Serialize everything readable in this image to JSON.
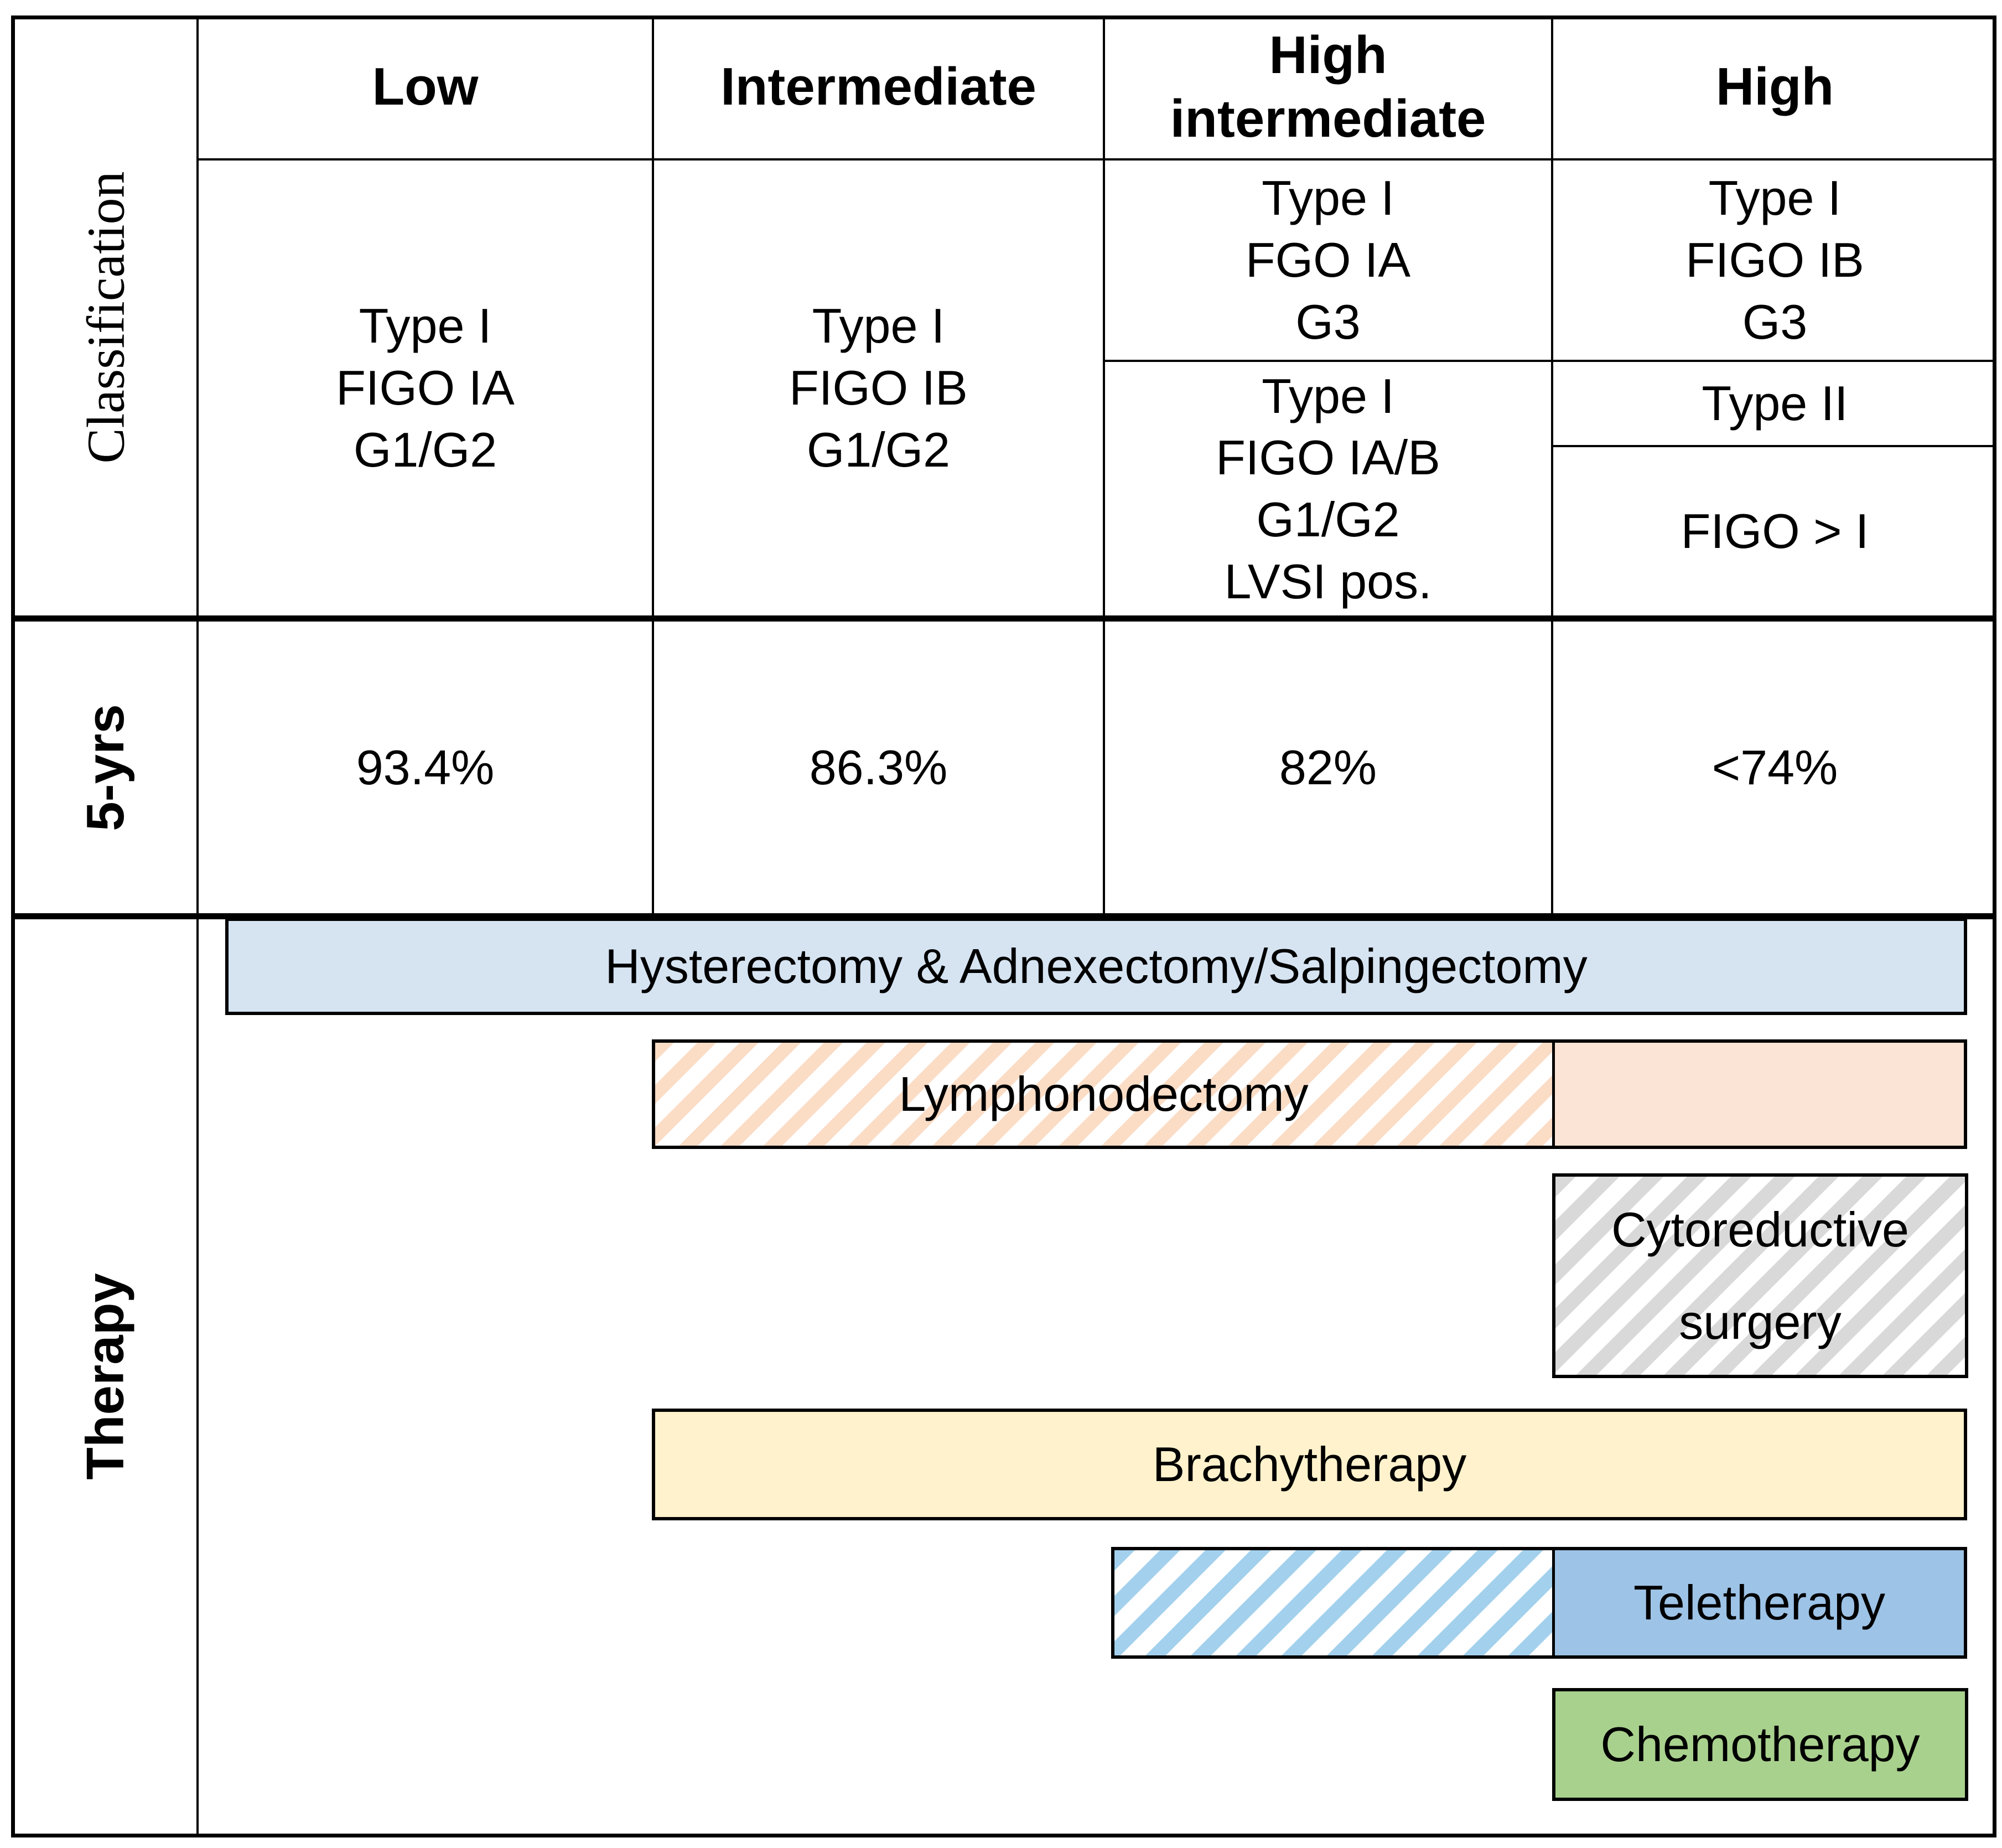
{
  "header": {
    "low": "Low",
    "intermediate": "Intermediate",
    "high_intermediate": "High\nintermediate",
    "high": "High"
  },
  "row_labels": {
    "classification": "Classification",
    "survival": "5-yrs",
    "therapy": "Therapy"
  },
  "classification": {
    "low": "Type I\nFIGO IA\nG1/G2",
    "intermediate": "Type I\nFIGO IB\nG1/G2",
    "high_intermediate_top": "Type I\nFGO IA\nG3",
    "high_intermediate_bottom": "Type I\nFIGO IA/B\nG1/G2\nLVSI pos.",
    "high_top": "Type I\nFIGO IB\nG3",
    "high_middle": "Type II",
    "high_bottom": "FIGO > I"
  },
  "survival_5yrs": {
    "low": "93.4%",
    "intermediate": "86.3%",
    "high_intermediate": "82%",
    "high": "<74%"
  },
  "therapy": {
    "hysterectomy": "Hysterectomy & Adnexectomy/Salpingectomy",
    "lymphonodectomy": "Lymphonodectomy",
    "cytoreductive": "Cytoreductive\nsurgery",
    "brachytherapy": "Brachytherapy",
    "teletherapy": "Teletherapy",
    "chemotherapy": "Chemotherapy"
  },
  "colors": {
    "hysterectomy_fill": "#d6e4f2",
    "lymphonodectomy_hatch": "#fbdcc5",
    "lymphonodectomy_solid": "#fbe4d5",
    "cytoreductive_hatch": "#d9d9d9",
    "brachytherapy_fill": "#fff2cc",
    "teletherapy_hatch": "#a3d1ed",
    "teletherapy_solid": "#9dc3e6",
    "chemotherapy_fill": "#a9d18e",
    "border": "#000000"
  }
}
